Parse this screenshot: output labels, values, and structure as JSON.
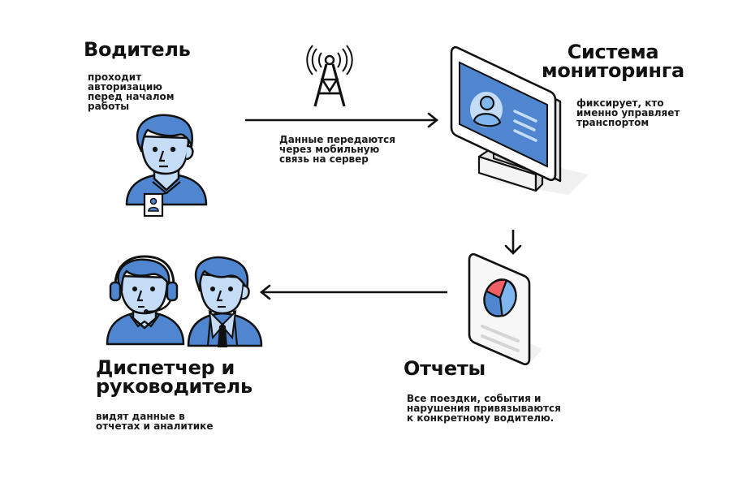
{
  "colors": {
    "blue": "#4f86cf",
    "light_blue": "#c4dcf6",
    "dark_blue": "#3f6fb3",
    "sky_blue": "#7fb6ee",
    "red": "#ef5f63",
    "ink": "#111111",
    "gray": "#d9d9d9"
  },
  "driver": {
    "title": "Водитель",
    "description_lines": [
      "проходит",
      "авторизацию",
      "перед началом",
      "работы"
    ],
    "icon": "driver-with-badge-icon"
  },
  "transmission": {
    "icon": "cell-tower-icon",
    "description_lines": [
      "Данные передаются",
      "через мобильную",
      "связь на сервер"
    ]
  },
  "monitoring": {
    "title_lines": [
      "Система",
      "мониторинга"
    ],
    "description_lines": [
      "фиксирует, кто",
      "именно управляет",
      "транспортом"
    ],
    "icon": "monitor-profile-icon"
  },
  "reports": {
    "title": "Отчеты",
    "description_lines": [
      "Все поездки, события и",
      "нарушения привязываются",
      "к конкретному водителю."
    ],
    "icon": "report-pie-chart-icon"
  },
  "dispatch": {
    "title_lines": [
      "Диспетчер и",
      "руководитель"
    ],
    "description_lines": [
      "видят данные в",
      "отчетах и аналитике"
    ],
    "icon": "dispatcher-and-manager-icon"
  }
}
